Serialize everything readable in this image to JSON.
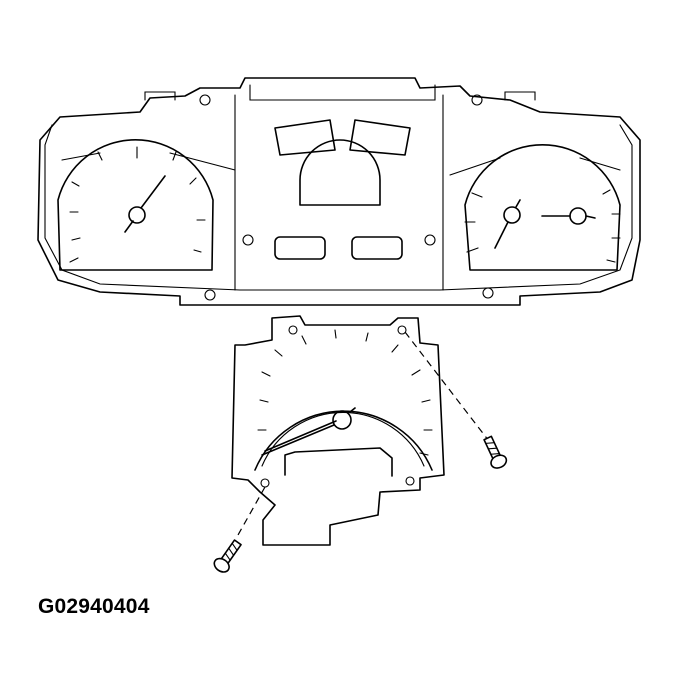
{
  "diagram": {
    "figure_id": "G02940404",
    "subject": "Instrument cluster with gauge removed",
    "components": [
      {
        "name": "instrument-cluster-housing",
        "gauges": [
          "left-speedometer-dial",
          "right-tach-fuel-dial"
        ]
      },
      {
        "name": "removed-gauge-assembly"
      },
      {
        "name": "screw-left"
      },
      {
        "name": "screw-right"
      }
    ],
    "colors": {
      "line": "#000000",
      "background": "#ffffff"
    }
  }
}
